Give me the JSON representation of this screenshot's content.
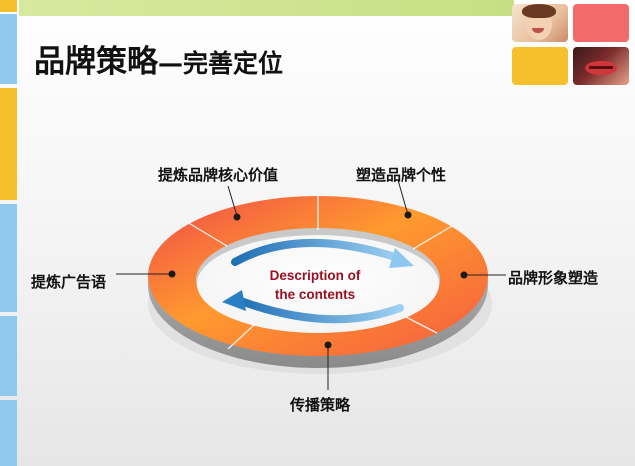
{
  "slide": {
    "title": "品牌策略",
    "subtitle": "—完善定位"
  },
  "diagram": {
    "center_text": [
      "Description  of",
      "the contents"
    ],
    "labels": {
      "top_left": "提炼品牌核心价值",
      "top_right": "塑造品牌个性",
      "left": "提炼广告语",
      "right": "品牌形象塑造",
      "bottom": "传播策略"
    }
  },
  "colors": {
    "ring_orange": "#ff9a2e",
    "ring_red": "#f05050",
    "arrow_blue": "#3a8fd0",
    "center_text": "#9b1020",
    "accent_yellow": "#f6c02c",
    "accent_pink": "#f26a6a",
    "accent_green": "#c6df84",
    "accent_blue": "#8fc9ee"
  },
  "decor": {
    "photos": [
      "smiling-woman-photo",
      "lips-closeup-photo"
    ]
  }
}
